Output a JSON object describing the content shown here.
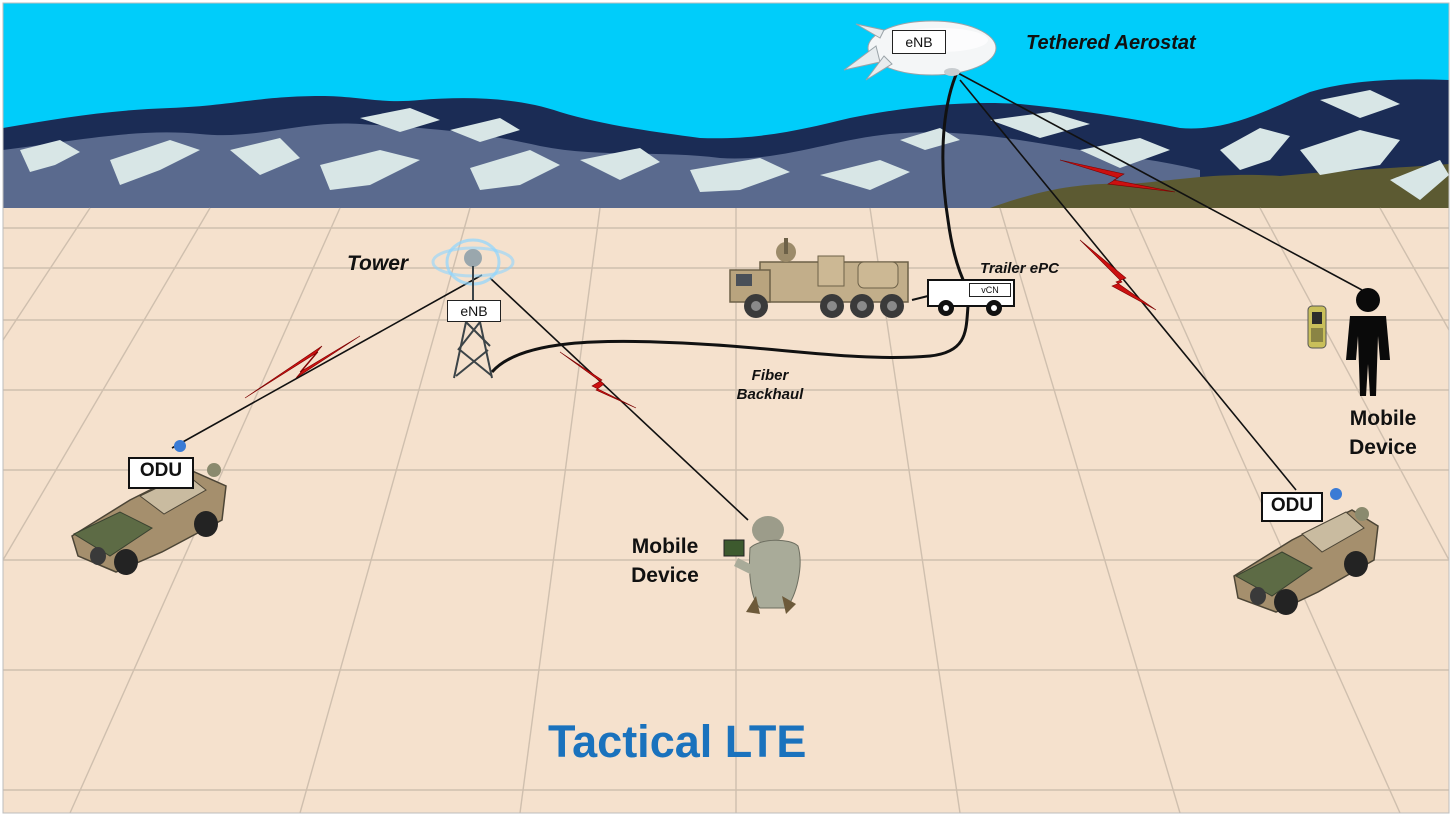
{
  "title": "Tactical LTE",
  "labels": {
    "aerostat": "Tethered Aerostat",
    "aerostat_enb": "eNB",
    "tower": "Tower",
    "tower_enb": "eNB",
    "trailer": "Trailer ePC",
    "trailer_vcn": "vCN",
    "fiber_line1": "Fiber",
    "fiber_line2": "Backhaul",
    "odu_left": "ODU",
    "odu_right": "ODU",
    "mobile_center_line1": "Mobile",
    "mobile_center_line2": "Device",
    "mobile_right_line1": "Mobile",
    "mobile_right_line2": "Device"
  },
  "colors": {
    "sky": "#00cdfa",
    "ground": "#f5e1cd",
    "mountain_dark": "#1b2c55",
    "mountain_mid": "#5a6a8e",
    "snow": "#d8e6e6",
    "link_red": "#cc1010",
    "title_blue": "#1a72bd"
  },
  "icons": [
    "aerostat-icon",
    "tower-icon",
    "truck-icon",
    "trailer-icon",
    "vehicle-icon",
    "soldier-icon",
    "person-icon",
    "handset-icon"
  ]
}
